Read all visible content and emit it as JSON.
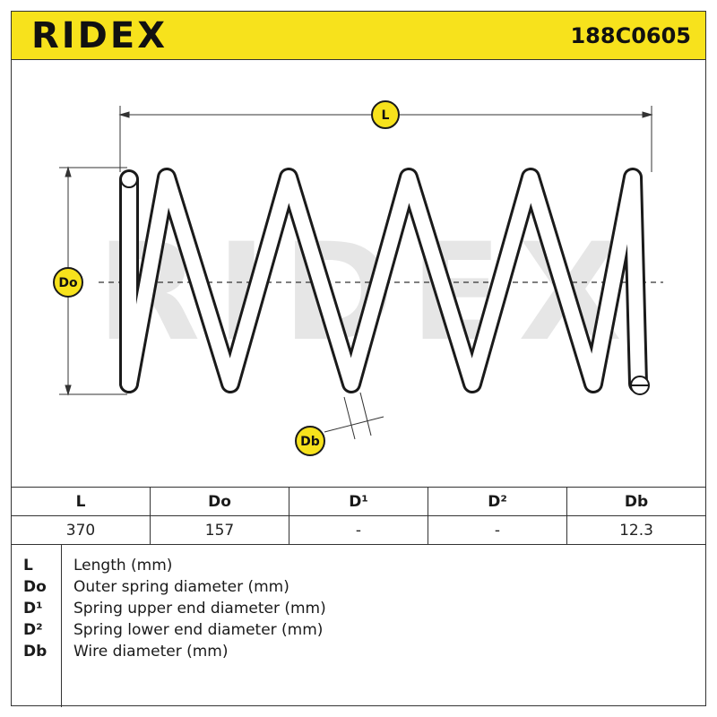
{
  "header": {
    "brand": "RIDEX",
    "part_number": "188C0605",
    "accent_color": "#f7e21c"
  },
  "watermark": "RIDEX",
  "drawing": {
    "labels": {
      "length": "L",
      "outer_diameter": "Do",
      "wire_diameter": "Db"
    }
  },
  "specs": {
    "headers": [
      "L",
      "Do",
      "D¹",
      "D²",
      "Db"
    ],
    "values": [
      "370",
      "157",
      "-",
      "-",
      "12.3"
    ]
  },
  "legend": [
    {
      "key": "L",
      "desc": "Length (mm)"
    },
    {
      "key": "Do",
      "desc": "Outer spring diameter (mm)"
    },
    {
      "key": "D¹",
      "desc": "Spring upper end diameter (mm)"
    },
    {
      "key": "D²",
      "desc": "Spring lower end diameter (mm)"
    },
    {
      "key": "Db",
      "desc": "Wire diameter (mm)"
    }
  ]
}
